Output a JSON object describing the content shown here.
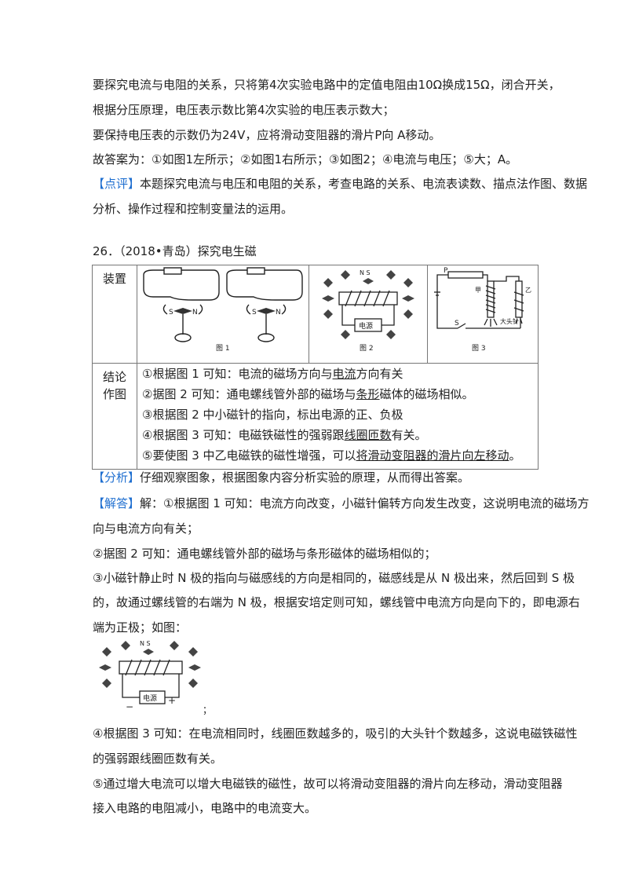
{
  "top": {
    "l1": "要探究电流与电阻的关系，只将第4次实验电路中的定值电阻由10Ω换成15Ω，闭合开关，",
    "l2": "根据分压原理，电压表示数比第4次实验的电压表示数大；",
    "l3": "要保持电压表的示数仍为24V，应将滑动变阻器的滑片P向 A移动。",
    "l4": "故答案为：①如图1左所示；②如图1右所示；③如图2；④电流与电压；⑤大；A。",
    "comment_tag": "【点评】",
    "l5": "本题探究电流与电压和电阻的关系，考查电路的关系、电流表读数、描点法作图、数据",
    "l6": "分析、操作过程和控制变量法的运用。"
  },
  "q26": {
    "title": "26．（2018•青岛）探究电生磁",
    "device_label": "装置",
    "conclusion_label_1": "结论",
    "conclusion_label_2": "作图",
    "fig1_caption": "图 1",
    "fig2_caption": "图 2",
    "fig3_caption": "图 3",
    "fig2_power": "电源",
    "fig3_jia": "甲",
    "fig3_yi": "乙",
    "fig3_pins": "大头针",
    "fig3_p": "P",
    "fig3_s": "S",
    "c1_pre": "①根据图 1 可知：电流的磁场方向与",
    "c1_ans": "电流",
    "c1_post": "方向有关",
    "c2_pre": "②据图 2 可知：通电螺线管外部的磁场与",
    "c2_ans": "条形",
    "c2_post": "磁体的磁场相似。",
    "c3": "③根据图 2 中小磁针的指向，标出电源的正、负极",
    "c4_pre": "④根据图 3 可知：电磁铁磁性的强弱跟",
    "c4_ans": "线圈匝数",
    "c4_post": "有关。",
    "c5_pre": "⑤要使图 3 中乙电磁铁的磁性增强，可以",
    "c5_ans": "将滑动变阻器的滑片向左移动",
    "c5_post": "。"
  },
  "analysis": {
    "tag": "【分析】",
    "text": "仔细观察图象，根据图象内容分析实验的原理，从而得出答案。"
  },
  "answer": {
    "tag": "【解答】",
    "a1": "解：①根据图 1 可知：电流方向改变，小磁针偏转方向发生改变，这说明电流的磁场方",
    "a2": "向与电流方向有关；",
    "a3": "②据图 2 可知：通电螺线管外部的磁场与条形磁体的磁场相似的；",
    "a4": "③小磁针静止时 N 极的指向与磁感线的方向是相同的，磁感线是从 N 极出来，然后回到 S 极",
    "a5": "的，故通过螺线管的右端为 N 极，根据安培定则可知，螺线管中电流方向是向下的，即电源右",
    "a6": "端为正极；如图：",
    "fig_power": "电源",
    "fig_minus": "−",
    "fig_plus": "+",
    "fig_semicolon": "；",
    "a7": "④根据图 3 可知：在电流相同时，线圈匝数越多的，吸引的大头针个数越多，这说电磁铁磁性",
    "a8": "的强弱跟线圈匝数有关。",
    "a9": "⑤通过增大电流可以增大电磁铁的磁性，故可以将滑动变阻器的滑片向左移动，滑动变阻器",
    "a10": "接入电路的电阻减小，电路中的电流变大。"
  },
  "colors": {
    "accent": "#1f6fd0"
  }
}
